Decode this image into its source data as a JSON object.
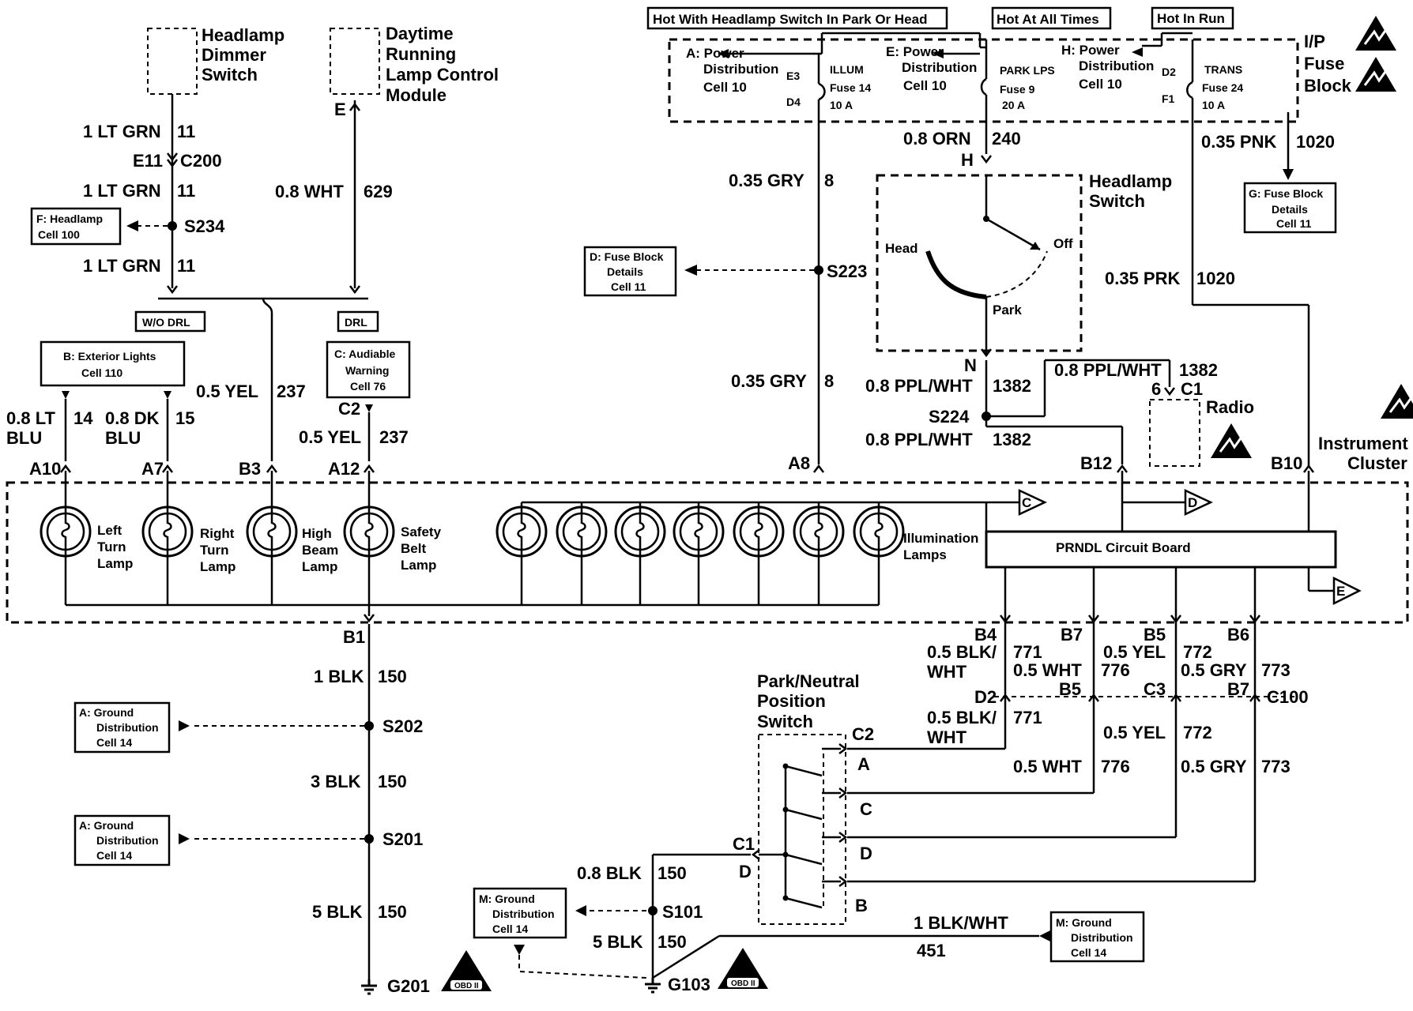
{
  "components": {
    "dimmer": [
      "Headlamp",
      "Dimmer",
      "Switch"
    ],
    "drl_module": [
      "Daytime",
      "Running",
      "Lamp Control",
      "Module"
    ],
    "headlamp_switch": [
      "Headlamp",
      "Switch"
    ],
    "ip_fuse_block": [
      "I/P",
      "Fuse",
      "Block"
    ],
    "instrument_cluster": [
      "Instrument",
      "Cluster"
    ],
    "radio": "Radio",
    "pnp_switch": [
      "Park/Neutral",
      "Position",
      "Switch"
    ],
    "prndl": "PRNDL Circuit Board",
    "lamps": {
      "left_turn": [
        "Left",
        "Turn",
        "Lamp"
      ],
      "right_turn": [
        "Right",
        "Turn",
        "Lamp"
      ],
      "high_beam": [
        "High",
        "Beam",
        "Lamp"
      ],
      "safety_belt": [
        "Safety",
        "Belt",
        "Lamp"
      ],
      "illumination": [
        "Illumination",
        "Lamps"
      ]
    },
    "switch_positions": {
      "head": "Head",
      "off": "Off",
      "park": "Park"
    }
  },
  "hot_labels": {
    "park_head": "Hot With Headlamp Switch In Park Or Head",
    "all_times": "Hot At All Times",
    "run": "Hot In Run"
  },
  "fuses": [
    {
      "dist": [
        "A: Power",
        "Distribution",
        "Cell 10"
      ],
      "name": "ILLUM",
      "fuse": "Fuse 14",
      "amp": "10 A",
      "pin_top": "E3",
      "pin_bot": "D4"
    },
    {
      "dist": [
        "E: Power",
        "Distribution",
        "Cell 10"
      ],
      "name": "PARK LPS",
      "fuse": "Fuse 9",
      "amp": "20 A"
    },
    {
      "dist": [
        "H: Power",
        "Distribution",
        "Cell 10"
      ],
      "name": "TRANS",
      "fuse": "Fuse 24",
      "amp": "10 A",
      "pin_top": "D2",
      "pin_bot": "F1"
    }
  ],
  "refs": {
    "f_headlamp": [
      "F: Headlamp",
      "Cell 100"
    ],
    "b_ext": [
      "B: Exterior Lights",
      "Cell 110"
    ],
    "c_aud": [
      "C: Audiable",
      "Warning",
      "Cell 76"
    ],
    "d_fuse": [
      "D: Fuse Block",
      "Details",
      "Cell 11"
    ],
    "g_fuse": [
      "G: Fuse Block",
      "Details",
      "Cell 11"
    ],
    "a_gnd": [
      "A: Ground",
      "Distribution",
      "Cell 14"
    ],
    "m_gnd": [
      "M: Ground",
      "Distribution",
      "Cell 14"
    ]
  },
  "tags": {
    "wo_drl": "W/O DRL",
    "drl": "DRL",
    "obd": "OBD II"
  },
  "offpage": [
    "C",
    "D",
    "E"
  ],
  "wires": {
    "w11": {
      "gauge": "1 LT GRN",
      "circuit": "11"
    },
    "w629": {
      "gauge": "0.8 WHT",
      "circuit": "629"
    },
    "w237": {
      "gauge": "0.5 YEL",
      "circuit": "237"
    },
    "w14": {
      "gauge": [
        "0.8 LT",
        "BLU"
      ],
      "circuit": "14"
    },
    "w15": {
      "gauge": [
        "0.8 DK",
        "BLU"
      ],
      "circuit": "15"
    },
    "w8": {
      "gauge": "0.35 GRY",
      "circuit": "8"
    },
    "w240": {
      "gauge": "0.8 ORN",
      "circuit": "240"
    },
    "w1020a": {
      "gauge": "0.35 PNK",
      "circuit": "1020"
    },
    "w1020b": {
      "gauge": "0.35 PRK",
      "circuit": "1020"
    },
    "w1382": {
      "gauge": "0.8 PPL/WHT",
      "circuit": "1382"
    },
    "w771": {
      "gauge": [
        "0.5 BLK/",
        "WHT"
      ],
      "circuit": "771"
    },
    "w776": {
      "gauge": "0.5 WHT",
      "circuit": "776"
    },
    "w772": {
      "gauge": "0.5 YEL",
      "circuit": "772"
    },
    "w773": {
      "gauge": "0.5 GRY",
      "circuit": "773"
    },
    "b150_1": {
      "gauge": "1 BLK",
      "circuit": "150"
    },
    "b150_3": {
      "gauge": "3 BLK",
      "circuit": "150"
    },
    "b150_5": {
      "gauge": "5 BLK",
      "circuit": "150"
    },
    "b150_08": {
      "gauge": "0.8 BLK",
      "circuit": "150"
    },
    "w451": {
      "gauge": "1 BLK/WHT",
      "circuit": "451"
    }
  },
  "splices": {
    "s234": "S234",
    "s223": "S223",
    "s224": "S224",
    "s202": "S202",
    "s201": "S201",
    "s101": "S101"
  },
  "grounds": {
    "g201": "G201",
    "g103": "G103"
  },
  "connectors": {
    "c200": "C200",
    "e11": "E11",
    "e": "E",
    "h": "H",
    "n": "N",
    "c2": "C2",
    "a10": "A10",
    "a7": "A7",
    "b3": "B3",
    "a12": "A12",
    "a8": "A8",
    "b12": "B12",
    "b10": "B10",
    "b1": "B1",
    "b4": "B4",
    "b7": "B7",
    "b5": "B5",
    "b6": "B6",
    "d2": "D2",
    "b5b": "B5",
    "c3": "C3",
    "b7b": "B7",
    "c100": "C100",
    "radio_pin": "6",
    "radio_conn": "C1",
    "pnp_c2": "C2",
    "pnp_c1": "C1",
    "pnp_d": "D",
    "pa": "A",
    "pc": "C",
    "pd": "D",
    "pb": "B"
  }
}
